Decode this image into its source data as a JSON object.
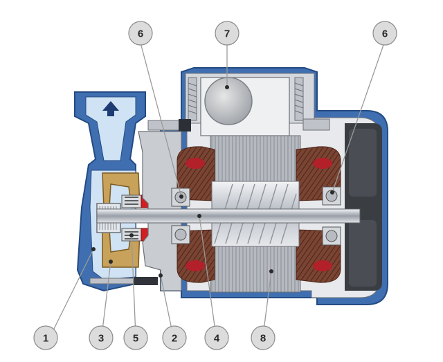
{
  "callouts": [
    {
      "id": "c1",
      "label": "1"
    },
    {
      "id": "c2",
      "label": "2"
    },
    {
      "id": "c3",
      "label": "3"
    },
    {
      "id": "c4",
      "label": "4"
    },
    {
      "id": "c5",
      "label": "5"
    },
    {
      "id": "c6a",
      "label": "6"
    },
    {
      "id": "c6b",
      "label": "6"
    },
    {
      "id": "c7",
      "label": "7"
    },
    {
      "id": "c8",
      "label": "8"
    }
  ],
  "colors": {
    "pump_body": "#3f6fb0",
    "pump_body_dark": "#244a82",
    "water": "#cfe3f4",
    "impeller": "#c8a25a",
    "casing_gray": "#c9ccd1",
    "casing_light": "#e7e9ec",
    "stator": "#a9adb3",
    "winding": "#6b3a2a",
    "winding_red": "#b2202a",
    "seal_red": "#d01e22",
    "callout_fill": "#dcdcdc",
    "callout_stroke": "#8a8a8a"
  }
}
